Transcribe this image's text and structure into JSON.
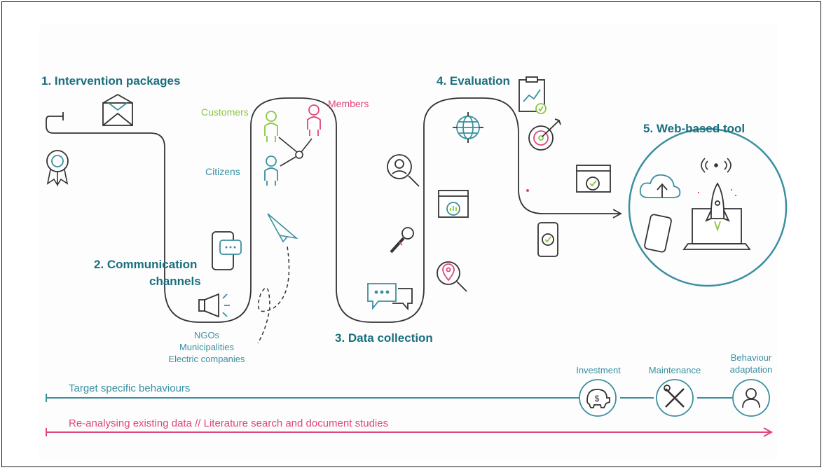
{
  "steps": {
    "s1": "1. Intervention packages",
    "s2a": "2. Communication",
    "s2b": "channels",
    "s3": "3. Data collection",
    "s4": "4. Evaluation",
    "s5": "5. Web-based tool"
  },
  "audiences": {
    "customers": "Customers",
    "members": "Members",
    "citizens": "Citizens"
  },
  "partners": [
    "NGOs",
    "Municipalities",
    "Electric companies"
  ],
  "stages": {
    "investment": "Investment",
    "maintenance": "Maintenance",
    "adaptation_1": "Behaviour",
    "adaptation_2": "adaptation"
  },
  "bars": {
    "teal": "Target specific behaviours",
    "pink": "Re-analysing existing data // Literature search and document studies"
  },
  "colors": {
    "teal": "#3a8fa0",
    "dark_teal": "#1a6f7e",
    "green": "#8cc63f",
    "pink": "#e0457b",
    "ink": "#333333"
  },
  "icons": [
    "envelope-icon",
    "ribbon-award-icon",
    "person-icon",
    "network-node-icon",
    "phone-chat-icon",
    "paper-plane-icon",
    "megaphone-icon",
    "user-search-icon",
    "browser-chart-icon",
    "microphone-icon",
    "chat-bubbles-icon",
    "location-search-icon",
    "globe-target-icon",
    "clipboard-chart-icon",
    "target-arrow-icon",
    "browser-gear-icon",
    "phone-gear-icon",
    "cloud-upload-icon",
    "smartphone-icon",
    "wireless-icon",
    "rocket-laptop-icon",
    "piggy-bank-icon",
    "tools-icon",
    "user-circle-icon"
  ]
}
